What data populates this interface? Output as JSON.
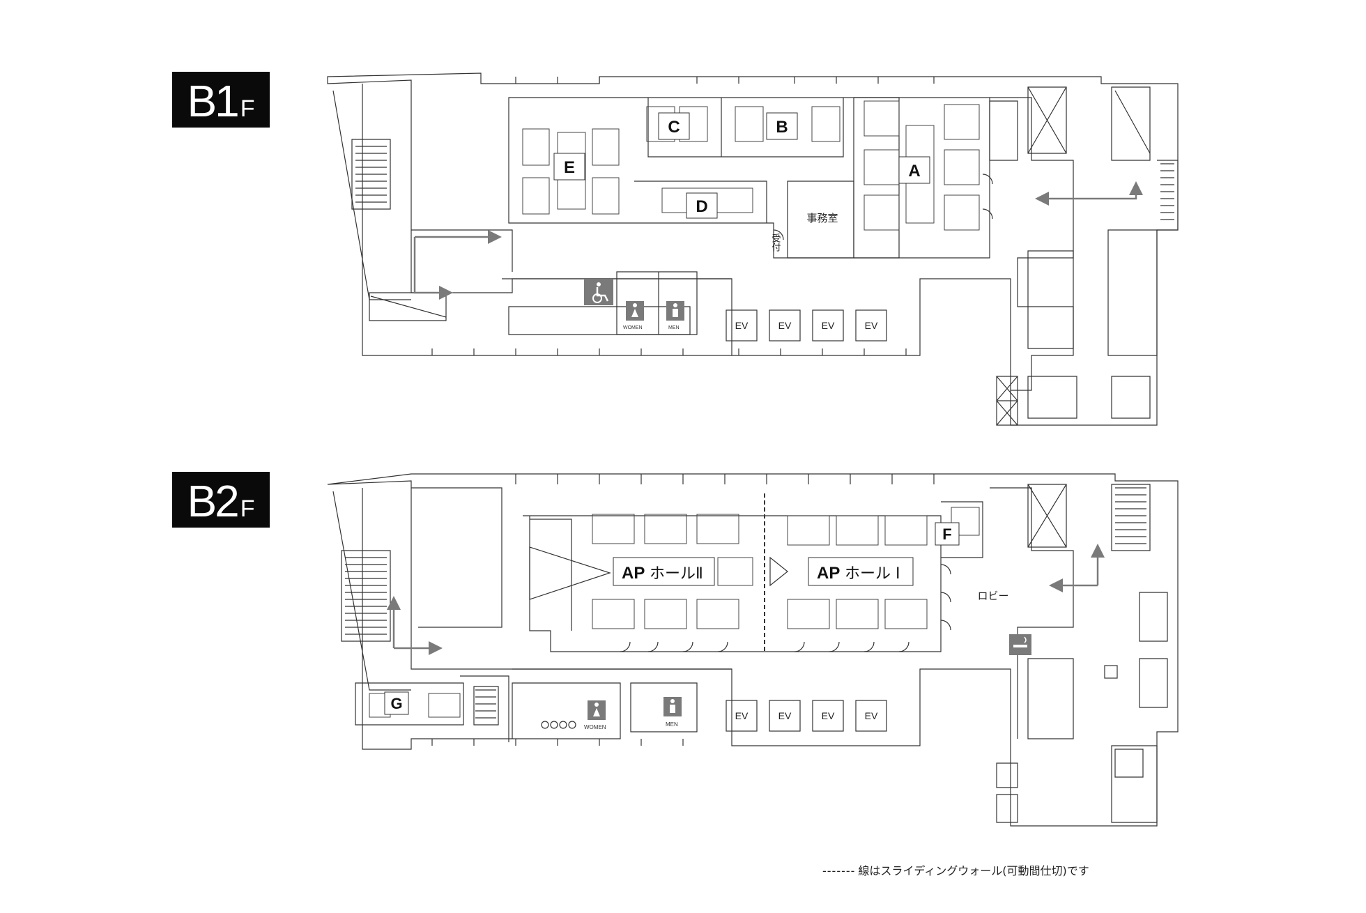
{
  "floors": {
    "b1": {
      "badge_main": "B1",
      "badge_suffix": "F",
      "rooms": {
        "a": "A",
        "b": "B",
        "c": "C",
        "d": "D",
        "e": "E",
        "office": "事務室",
        "reception": "受付"
      },
      "restrooms": {
        "women": "WOMEN",
        "men": "MEN"
      },
      "elevators": [
        "EV",
        "EV",
        "EV",
        "EV"
      ]
    },
    "b2": {
      "badge_main": "B2",
      "badge_suffix": "F",
      "rooms": {
        "f": "F",
        "g": "G",
        "hall2_prefix": "AP",
        "hall2_name": "ホールⅡ",
        "hall1_prefix": "AP",
        "hall1_name": "ホール Ⅰ",
        "lobby": "ロビー"
      },
      "restrooms": {
        "women": "WOMEN",
        "men": "MEN"
      },
      "elevators": [
        "EV",
        "EV",
        "EV",
        "EV"
      ]
    }
  },
  "legend": {
    "dashes": "-------",
    "text": "線はスライディングウォール(可動間仕切)です"
  },
  "icons": [
    "wheelchair-icon",
    "women-icon",
    "men-icon",
    "no-smoking-icon",
    "arrow-icon"
  ],
  "colors": {
    "badge_bg": "#0a0a0a",
    "line": "#333333",
    "icon_gray": "#7a7a7a"
  }
}
